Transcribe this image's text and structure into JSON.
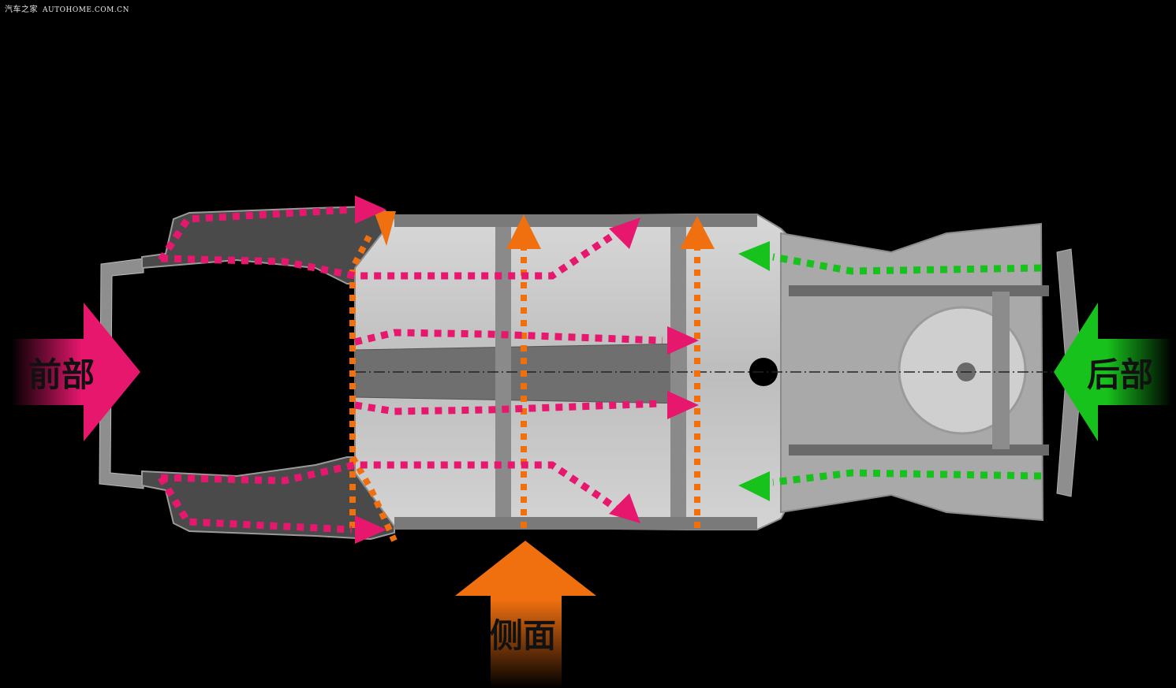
{
  "watermark": {
    "site_cn": "汽车之家",
    "site_en": "AUTOHOME.COM.CN"
  },
  "labels": {
    "front": "前部",
    "rear": "后部",
    "side": "侧面"
  },
  "colors": {
    "background": "#000000",
    "front_load_path": "#e8176e",
    "side_load_path": "#f07010",
    "rear_load_path": "#17c21c",
    "chassis": "#c9c9c9"
  }
}
